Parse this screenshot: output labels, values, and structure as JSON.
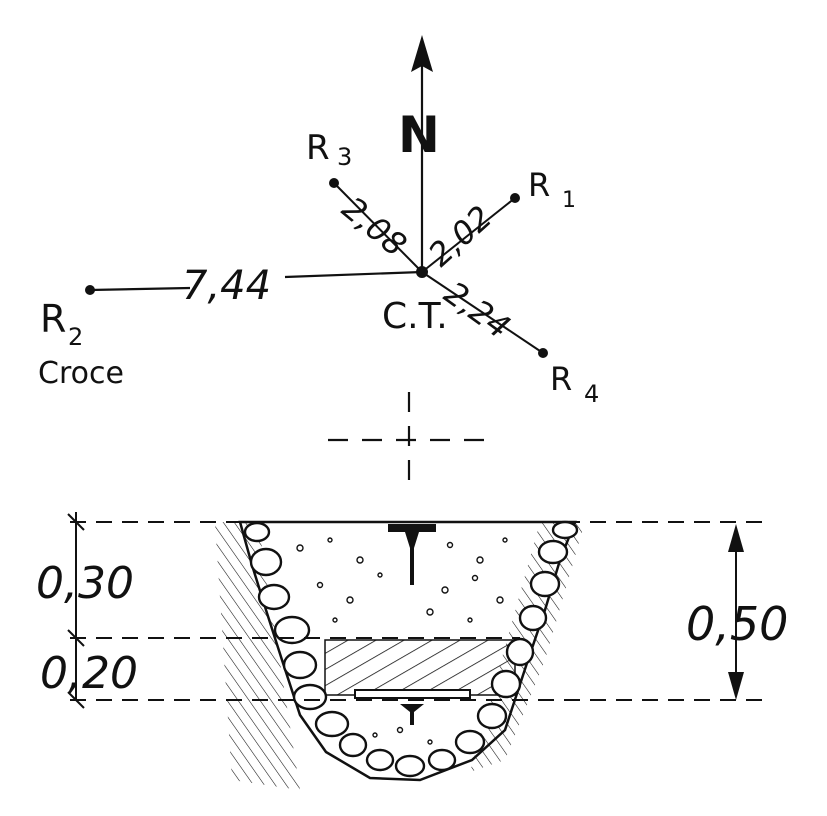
{
  "plan": {
    "north_label": "N",
    "center_label": "C.T.",
    "r1": {
      "label": "R",
      "sub": "1",
      "distance": "2,02"
    },
    "r2": {
      "label": "R",
      "sub": "2",
      "distance": "7,44",
      "note": "Croce"
    },
    "r3": {
      "label": "R",
      "sub": "3",
      "distance": "2,08"
    },
    "r4": {
      "label": "R",
      "sub": "4",
      "distance": "2,24"
    }
  },
  "section": {
    "top_layer_depth": "0,30",
    "bottom_layer_depth": "0,20",
    "total_depth": "0,50"
  },
  "colors": {
    "ink": "#111111",
    "paper": "#ffffff"
  }
}
